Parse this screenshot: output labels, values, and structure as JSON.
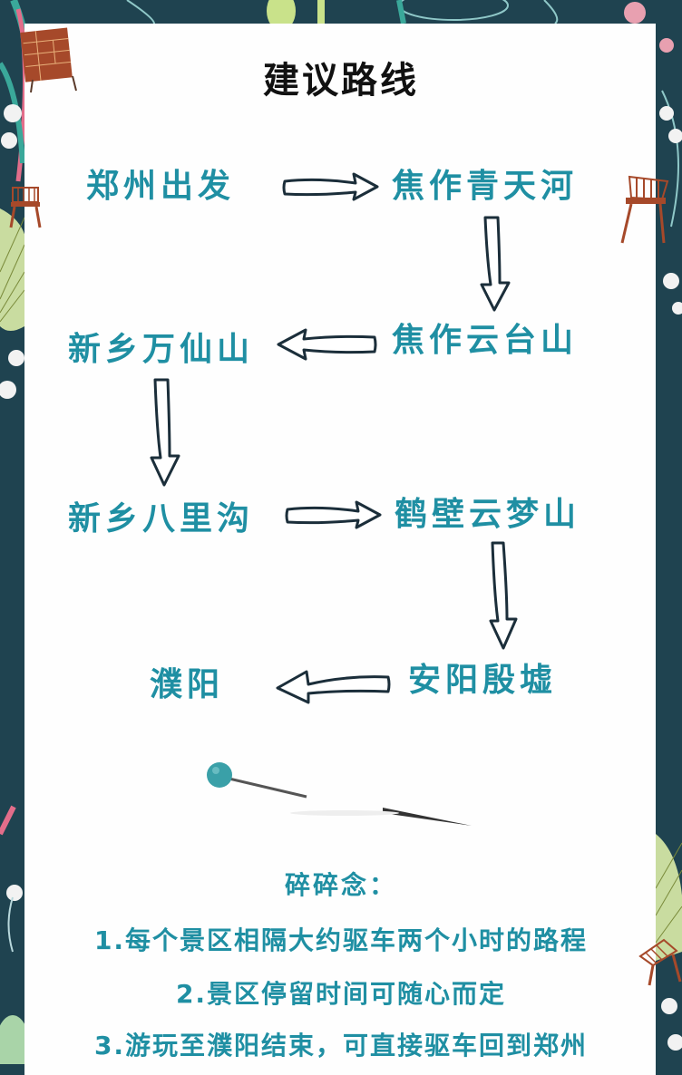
{
  "title": "建议路线",
  "colors": {
    "background": "#1f4350",
    "card": "#fefefe",
    "node_text": "#1f8fa3",
    "title_text": "#111111",
    "arrow_stroke": "#1b2e3a",
    "pin_head": "#3aa0a8",
    "furniture": "#a6492a",
    "leaf_green": "#c9dca0",
    "flower_pink": "#e8a0b0"
  },
  "route": {
    "nodes": [
      {
        "label": "郑州出发"
      },
      {
        "label": "焦作青天河"
      },
      {
        "label": "焦作云台山"
      },
      {
        "label": "新乡万仙山"
      },
      {
        "label": "新乡八里沟"
      },
      {
        "label": "鹤壁云梦山"
      },
      {
        "label": "安阳殷墟"
      },
      {
        "label": "濮阳"
      }
    ],
    "arrows": [
      "right-arrow",
      "down-arrow",
      "left-arrow",
      "down-arrow",
      "right-arrow",
      "down-arrow",
      "left-arrow"
    ]
  },
  "notes": {
    "title": "碎碎念：",
    "items": [
      "1.每个景区相隔大约驱车两个小时的路程",
      "2.景区停留时间可随心而定",
      "3.游玩至濮阳结束，可直接驱车回到郑州"
    ]
  }
}
